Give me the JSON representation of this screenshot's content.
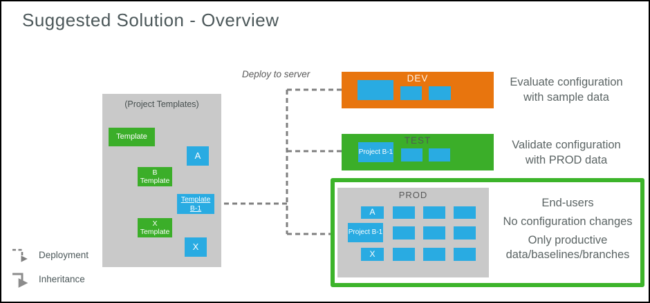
{
  "title": "Suggested Solution - Overview",
  "deploy_note": "Deploy to server",
  "templates": {
    "panel_label": "(Project Templates)",
    "root": "Template",
    "a": "A",
    "b": "B Template",
    "b1": "Template B-1",
    "x_tpl": "X Template",
    "x": "X"
  },
  "dev": {
    "name": "DEV",
    "note_line1": "Evaluate configuration",
    "note_line2": "with sample data"
  },
  "test": {
    "name": "TEST",
    "project": "Project B-1",
    "note_line1": "Validate configuration",
    "note_line2": "with PROD data"
  },
  "prod": {
    "name": "PROD",
    "a": "A",
    "project": "Project B-1",
    "x": "X",
    "notes": [
      "End-users",
      "No configuration changes",
      "Only productive data/baselines/branches"
    ]
  },
  "legend": {
    "deployment": "Deployment",
    "inheritance": "Inheritance"
  },
  "colors": {
    "orange": "#E8750E",
    "green": "#3BAE29",
    "blue": "#29ABE2",
    "panel_gray": "#C9C9C9",
    "text_dark": "#4C585A",
    "text_gray": "#595959",
    "connector_gray": "#7F7F7F"
  }
}
